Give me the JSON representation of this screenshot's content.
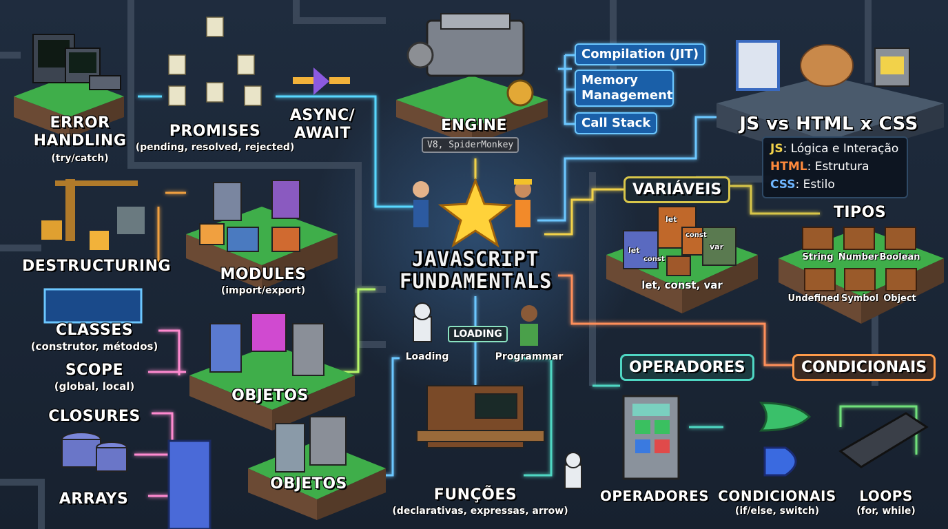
{
  "title": {
    "line1": "JAVASCRIPT",
    "line2": "FUNDAMENTALS"
  },
  "colors": {
    "background": "#1c2838",
    "glow": "#5aaaff",
    "var_accent": "#d8c64a",
    "op_accent": "#4fd7c3",
    "cond_accent": "#ff9b4a",
    "js": "#f2d24a",
    "html": "#ff8a3c",
    "css": "#6fb6ff"
  },
  "topics": {
    "error": {
      "title_line1": "ERROR",
      "title_line2": "HANDLING",
      "subtitle": "(try/catch)"
    },
    "promises": {
      "title": "PROMISES",
      "subtitle": "(pending, resolved, rejected)"
    },
    "async": {
      "title_line1": "ASYNC/",
      "title_line2": "AWAIT"
    },
    "engine": {
      "title": "ENGINE",
      "subtitle": "V8, SpiderMonkey",
      "features": [
        "Compilation (JIT)",
        "Memory Management",
        "Call Stack"
      ]
    },
    "compare": {
      "title": "JS vs HTML x CSS",
      "rows": [
        {
          "key": "JS",
          "text": ": Lógica e Interação"
        },
        {
          "key": "HTML",
          "text": ": Estrutura"
        },
        {
          "key": "CSS",
          "text": ": Estilo"
        }
      ]
    },
    "destructuring": {
      "title": "DESTRUCTURING"
    },
    "modules": {
      "title": "MODULES",
      "subtitle": "(import/export)"
    },
    "variables": {
      "title": "VARIÁVEIS",
      "subtitle": "let, const, var",
      "box_labels": [
        "let",
        "const",
        "let",
        "const",
        "var"
      ]
    },
    "types": {
      "title": "TIPOS",
      "items": [
        "String",
        "Number",
        "Boolean",
        "Undefined",
        "Symbol",
        "Object"
      ]
    },
    "classes": {
      "title": "CLASSES",
      "subtitle": "(construtor, métodos)"
    },
    "scope": {
      "title": "SCOPE",
      "subtitle": "(global, local)"
    },
    "closures": {
      "title": "CLOSURES"
    },
    "arrays": {
      "title": "ARRAYS"
    },
    "objetos1": {
      "title": "OBJETOS"
    },
    "objetos2": {
      "title": "OBJETOS"
    },
    "loading": {
      "tag": "LOADING",
      "caption": "Loading"
    },
    "programmar": {
      "caption": "Programmar"
    },
    "funcoes": {
      "title": "FUNÇÕES",
      "subtitle": "(declarativas, expressas, arrow)"
    },
    "operadores": {
      "tag": "OPERADORES",
      "title": "OPERADORES"
    },
    "condicionais": {
      "tag": "CONDICIONAIS",
      "title": "CONDICIONAIS",
      "subtitle": "(if/else, switch)"
    },
    "loops": {
      "title": "LOOPS",
      "subtitle": "(for, while)"
    }
  }
}
